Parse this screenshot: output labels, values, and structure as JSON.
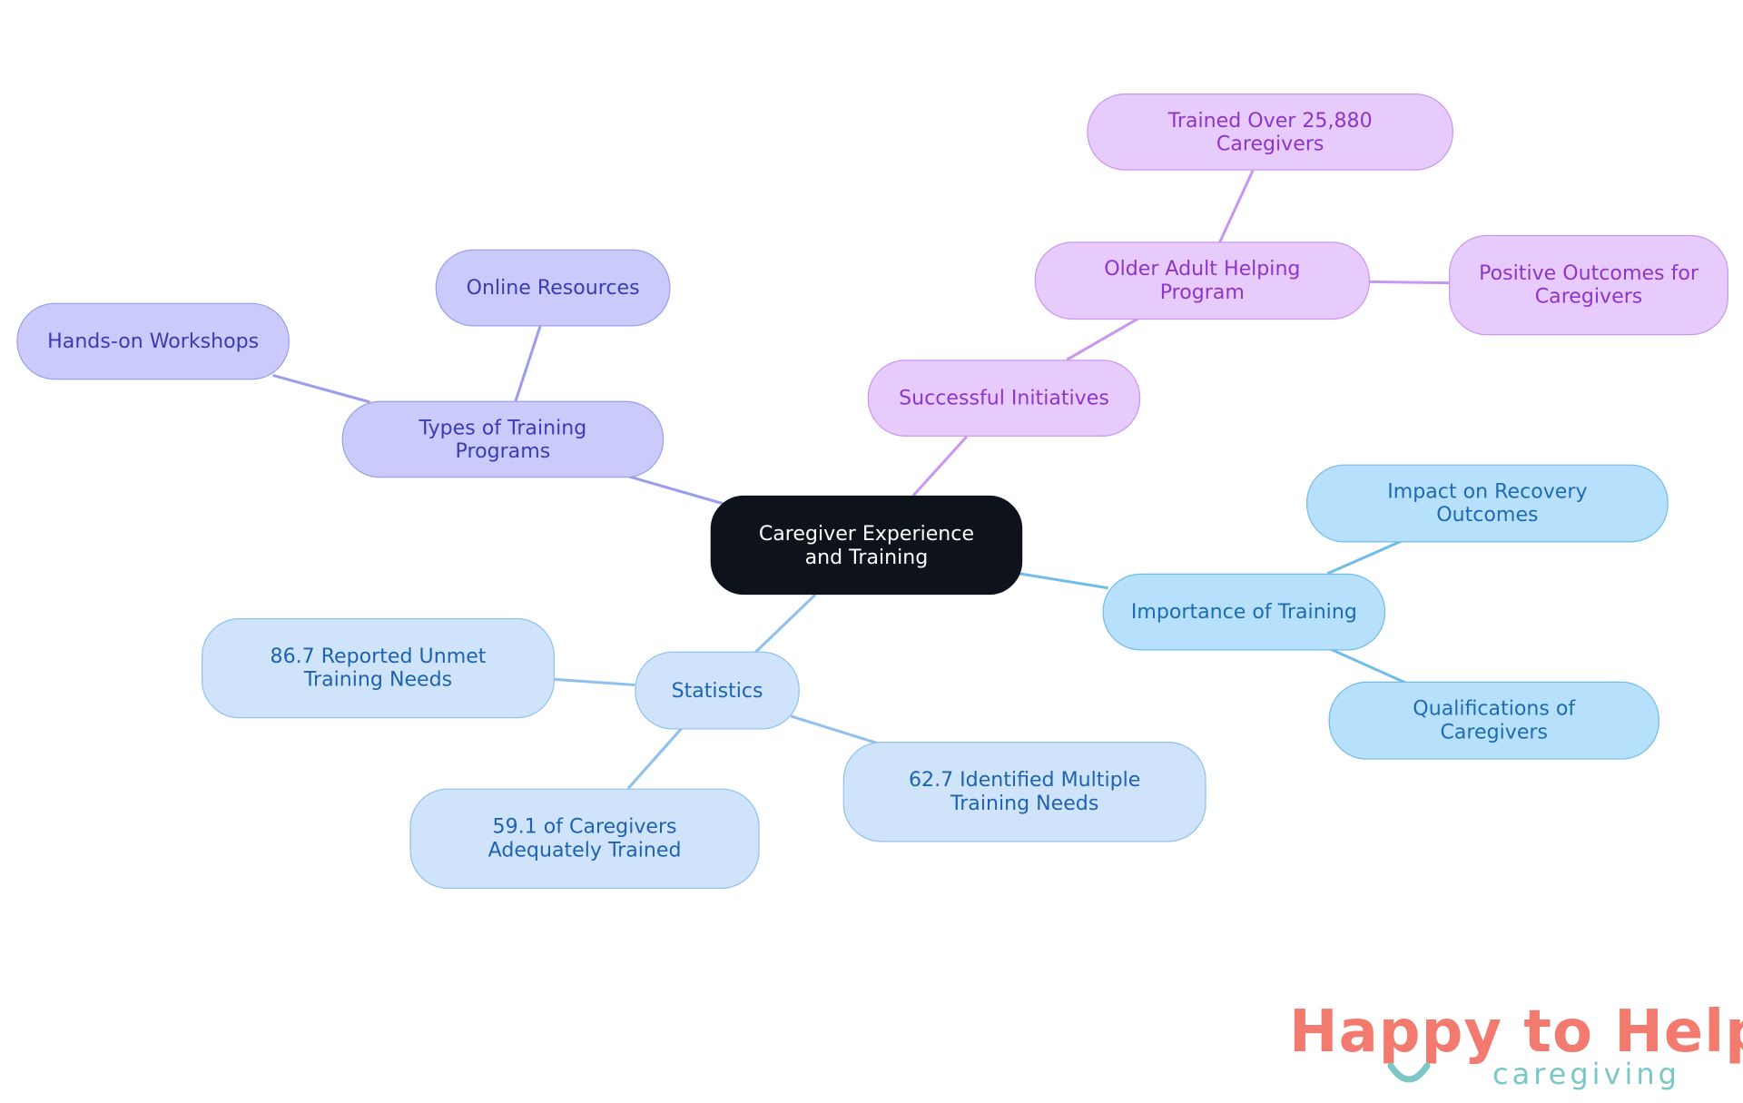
{
  "diagram": {
    "root": {
      "label": "Caregiver Experience and Training"
    },
    "training_types": {
      "label": "Types of Training Programs",
      "children": [
        "Hands-on Workshops",
        "Online Resources"
      ]
    },
    "initiatives": {
      "label": "Successful Initiatives",
      "program": {
        "label": "Older Adult Helping Program",
        "children": [
          "Trained Over 25,880 Caregivers",
          "Positive Outcomes for Caregivers"
        ]
      }
    },
    "importance": {
      "label": "Importance of Training",
      "children": [
        "Impact on Recovery Outcomes",
        "Qualifications of Caregivers"
      ]
    },
    "statistics": {
      "label": "Statistics",
      "children": [
        "86.7 Reported Unmet Training Needs",
        "59.1 of Caregivers Adequately Trained",
        "62.7 Identified Multiple Training Needs"
      ]
    }
  },
  "colors": {
    "root": "#0d121b",
    "training_branch": "#9c9eec",
    "initiatives_branch": "#c897ef",
    "importance_branch": "#71bdea",
    "statistics_branch": "#90c1ee"
  },
  "logo": {
    "brand_word1": "Happy",
    "brand_word2": "to Help",
    "tagline": "caregiving"
  }
}
